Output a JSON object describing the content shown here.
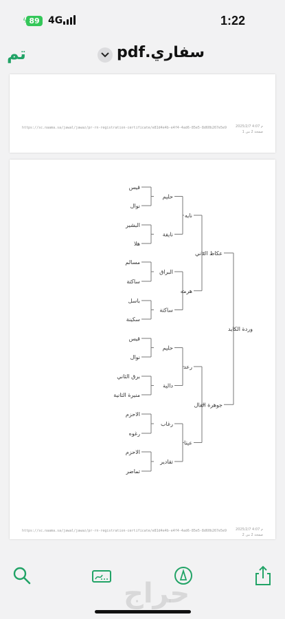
{
  "status": {
    "battery": "89",
    "network": "4G",
    "time": "1:22"
  },
  "nav": {
    "done_label": "تم",
    "title": "سفاري.pdf"
  },
  "page1": {
    "footer_url": "https://sc.naama.sa/jawal/jawaz/pr-rn-registration-certificate/e81d4e4b-e4f4-4ad6-85e5-8d60b267e5e9",
    "footer_date": "2025/2/7 4:07 م",
    "footer_page": "صفحة 2 من 1"
  },
  "page2": {
    "footer_url": "https://sc.naama.sa/jawal/jawaz/pr-rn-registration-certificate/e81d4e4b-e4f4-4ad6-85e5-8d60b267e5e9",
    "footer_date": "2025/2/7 4:07 م",
    "footer_page": "صفحة 2 من 2"
  },
  "pedigree": {
    "root": "وردة الكايد",
    "sire": "عكاظ الثاني",
    "dam": "جوهرة الفال",
    "gen3": [
      "نايه",
      "هرمه",
      "رعد",
      "عيتا"
    ],
    "gen4": [
      "حليم",
      "نايفة",
      "البراق",
      "ساكتة",
      "حليم",
      "دالية",
      "رغاب",
      "تقادير"
    ],
    "gen5": [
      "قيس",
      "نوال",
      "البشير",
      "هلا",
      "مسالم",
      "ساكتة",
      "باسل",
      "سكينة",
      "قيس",
      "نوال",
      "برق الثاني",
      "منيرة الثانية",
      "الاحزم",
      "رغوه",
      "الاحزم",
      "تماضر"
    ]
  },
  "toolbar": {
    "search": "search-icon",
    "annotate": "signature-icon",
    "markup": "pen-circle-icon",
    "share": "share-icon",
    "watermark": "حراج"
  },
  "colors": {
    "accent": "#21a366",
    "battery": "#34c759"
  }
}
